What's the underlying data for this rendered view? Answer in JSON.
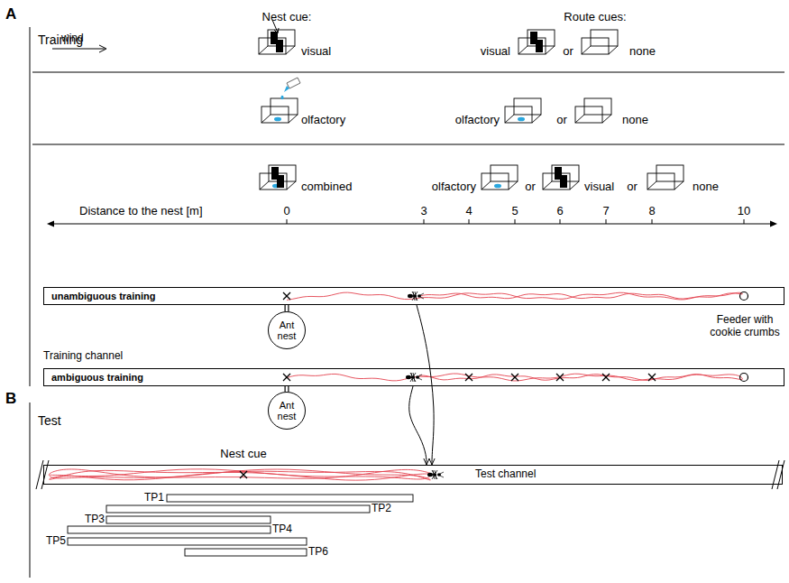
{
  "diagram": {
    "nodes": [
      {
        "text": [
          "unambiguous training"
        ]
      },
      {
        "text": [
          "Ant nest"
        ]
      },
      {
        "text": [
          "ambiguous training"
        ]
      },
      {
        "text": [
          "Ant nest"
        ]
      },
      {
        "text": [
          "Test channel"
        ]
      }
    ],
    "edges": [
      {
        "from": 1,
        "to": 0,
        "arrow": "none"
      },
      {
        "from": 3,
        "to": 2,
        "arrow": "none"
      },
      {
        "from": 0,
        "to": 4,
        "arrow": "to"
      },
      {
        "from": 2,
        "to": 4,
        "arrow": "to"
      }
    ],
    "labels": [
      "A",
      "Training",
      "Nest cue:",
      "Route cues:",
      "wind",
      "visual",
      "visual",
      "or",
      "none",
      "olfactory",
      "olfactory",
      "or",
      "none",
      "combined",
      "olfactory",
      "or",
      "visual",
      "or",
      "none",
      "Distance to the nest [m]",
      "0",
      "3",
      "4",
      "5",
      "6",
      "7",
      "8",
      "10",
      "Training channel",
      "Feeder with cookie crumbs",
      "B",
      "Test",
      "Nest cue",
      "TP1",
      "TP2",
      "TP3",
      "TP4",
      "TP5",
      "TP6"
    ]
  }
}
